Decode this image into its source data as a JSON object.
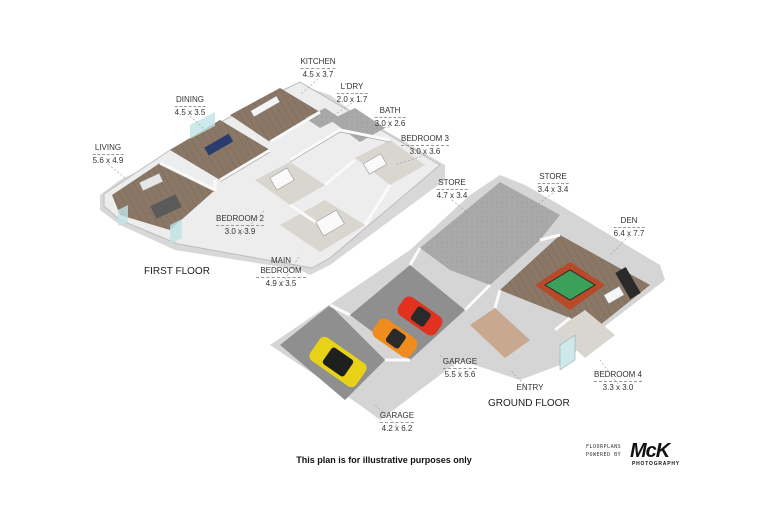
{
  "first_floor": {
    "title": "FIRST FLOOR",
    "rooms": [
      {
        "name": "KITCHEN",
        "dims": "4.5 x 3.7"
      },
      {
        "name": "L'DRY",
        "dims": "2.0 x 1.7"
      },
      {
        "name": "DINING",
        "dims": "4.5 x 3.5"
      },
      {
        "name": "BATH",
        "dims": "3.0 x 2.6"
      },
      {
        "name": "LIVING",
        "dims": "5.6 x 4.9"
      },
      {
        "name": "BEDROOM 3",
        "dims": "3.0 x 3.6"
      },
      {
        "name": "BEDROOM 2",
        "dims": "3.0 x 3.9"
      },
      {
        "name": "MAIN BEDROOM",
        "dims": "4.9 x 3.5"
      }
    ]
  },
  "ground_floor": {
    "title": "GROUND FLOOR",
    "rooms": [
      {
        "name": "STORE",
        "dims": "3.4 x 3.4"
      },
      {
        "name": "STORE",
        "dims": "4.7 x 3.4"
      },
      {
        "name": "DEN",
        "dims": "6.4 x 7.7"
      },
      {
        "name": "GARAGE",
        "dims": "5.5 x 5.6"
      },
      {
        "name": "ENTRY",
        "dims": ""
      },
      {
        "name": "BEDROOM 4",
        "dims": "3.3 x 3.0"
      },
      {
        "name": "GARAGE",
        "dims": "4.2 x 6.2"
      }
    ]
  },
  "disclaimer": "This plan is for illustrative purposes only",
  "branding": {
    "line1": "FLOORPLANS",
    "line2": "POWERED BY",
    "logo": "McK",
    "logo_sub": "PHOTOGRAPHY"
  },
  "colors": {
    "wall_top": "#f2f2f2",
    "wall_side": "#cfcfcf",
    "floor_wood": "#8a7766",
    "floor_tile": "#a9a9a9",
    "car_yellow": "#e8d218",
    "car_orange": "#f08c1e",
    "car_red": "#e0321e",
    "rug": "#b84a2a",
    "pool_table": "#3aa05a"
  }
}
